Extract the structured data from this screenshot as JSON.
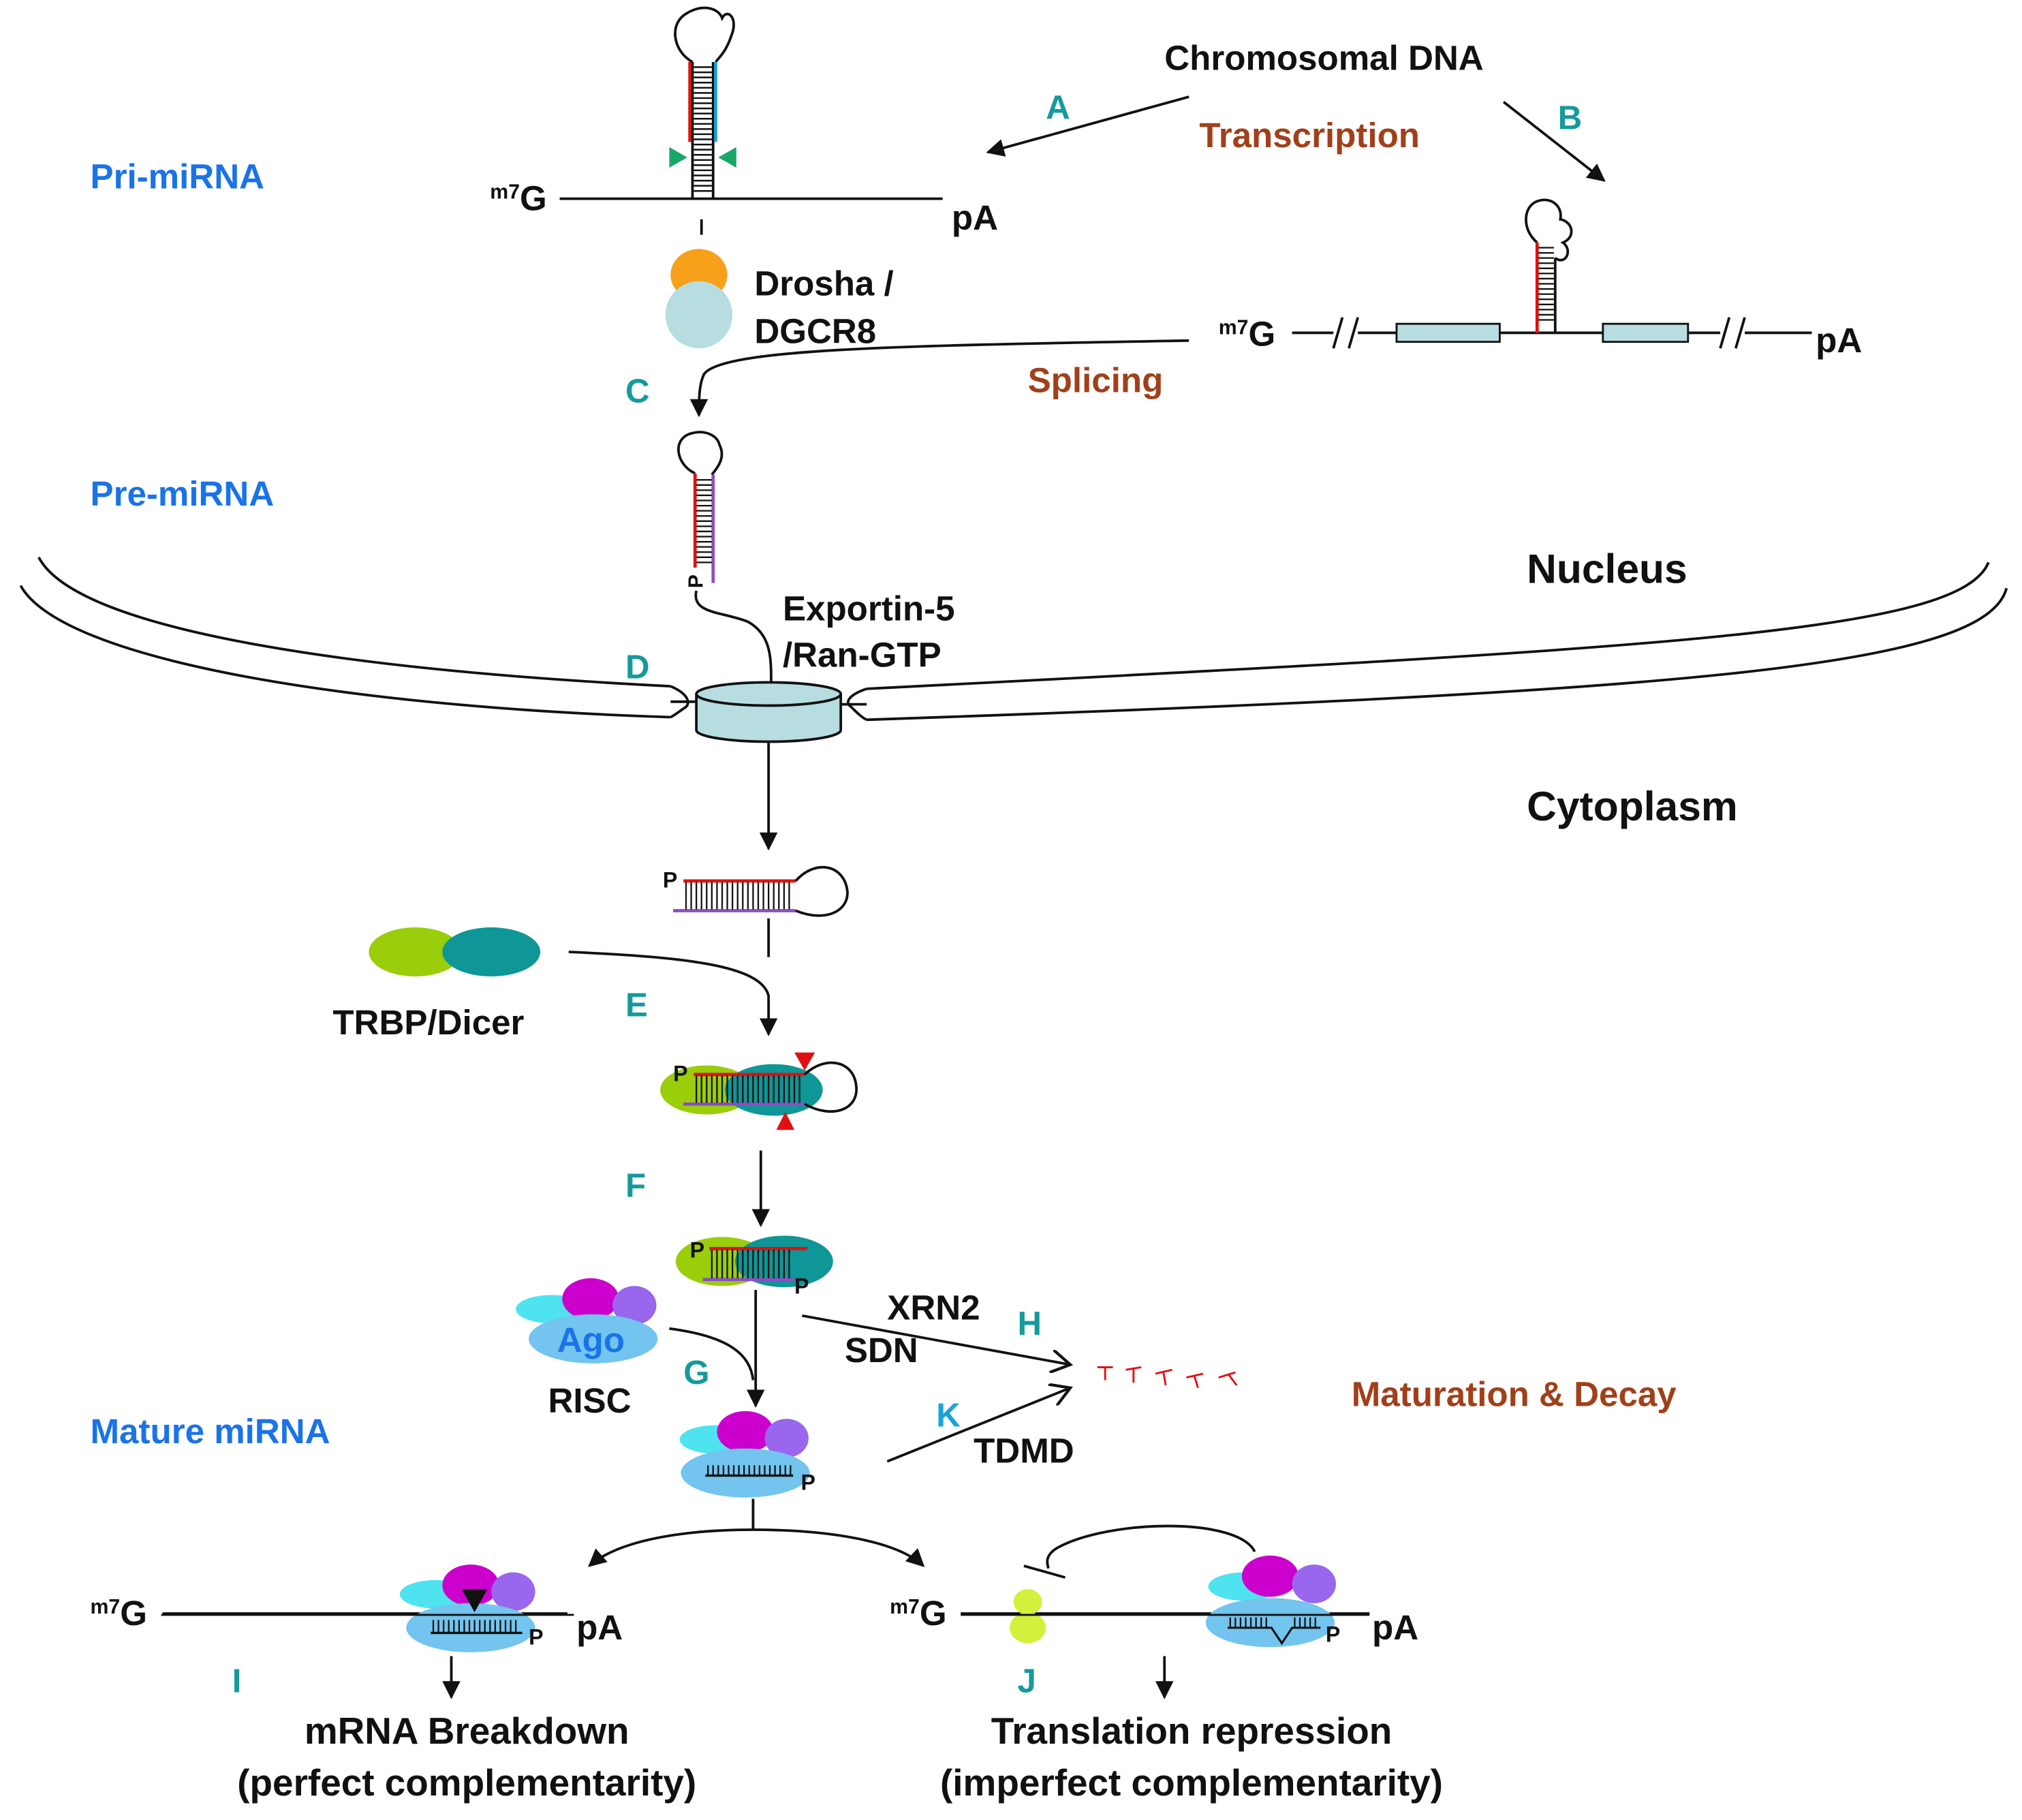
{
  "colors": {
    "stage": "#1a73e8",
    "step": "#159a9c",
    "step_alt": "#1aa3d9",
    "process": "#a0401a",
    "black": "#111111",
    "light_cyan": "#b7dde0",
    "drosha": "#f7a11a",
    "trbp": "#9acd0a",
    "dicer": "#0f9696",
    "ago": "#73c4ee",
    "ago_cyan": "#4fe3f0",
    "magenta": "#cc00cc",
    "purple": "#9966ee",
    "cap_yellow": "#d2f03c",
    "red": "#e01010",
    "green": "#1aa86a",
    "violet": "#8a4fc4"
  },
  "stages": {
    "pri": "Pri-miRNA",
    "pre": "Pre-miRNA",
    "mature": "Mature miRNA"
  },
  "compartments": {
    "nucleus": "Nucleus",
    "cytoplasm": "Cytoplasm"
  },
  "processes": {
    "transcription": "Transcription",
    "splicing": "Splicing",
    "maturation": "Maturation & Decay"
  },
  "source": "Chromosomal DNA",
  "steps": {
    "a": "A",
    "b": "B",
    "c": "C",
    "d": "D",
    "e": "E",
    "f": "F",
    "g": "G",
    "h": "H",
    "i": "I",
    "j": "J",
    "k": "K"
  },
  "proteins": {
    "drosha_1": "Drosha /",
    "drosha_2": "DGCR8",
    "exportin_1": "Exportin-5",
    "exportin_2": "/Ran-GTP",
    "trbp_dicer": "TRBP/Dicer",
    "xrn2": "XRN2",
    "sdn": "SDN",
    "ago": "Ago",
    "risc": "RISC",
    "tdmd": "TDMD"
  },
  "rna_marks": {
    "cap_m7": "m7",
    "cap_g": "G",
    "polya": "pA",
    "phosphate": "P"
  },
  "outcomes": {
    "breakdown_1": "mRNA Breakdown",
    "breakdown_2": "(perfect complementarity)",
    "repression_1": "Translation repression",
    "repression_2": "(imperfect complementarity)"
  }
}
